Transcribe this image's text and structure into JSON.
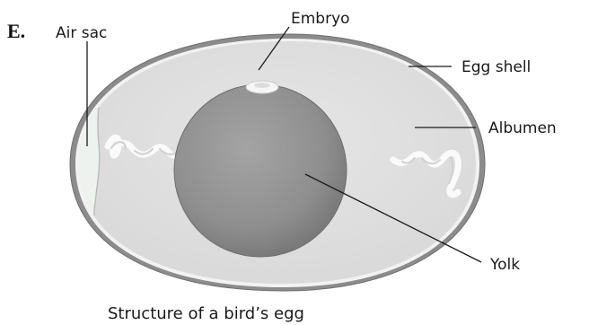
{
  "figure": {
    "marker": "E.",
    "caption": "Structure of a bird’s egg"
  },
  "labels": {
    "air_sac": "Air sac",
    "embryo": "Embryo",
    "egg_shell": "Egg shell",
    "albumen": "Albumen",
    "yolk": "Yolk"
  },
  "colors": {
    "shell": "#8c8c8c",
    "albumen": "#e3e3e3",
    "air_sac": "#eef2ee",
    "yolk": "#8e8e8e",
    "chalaza": "#fafafa"
  }
}
